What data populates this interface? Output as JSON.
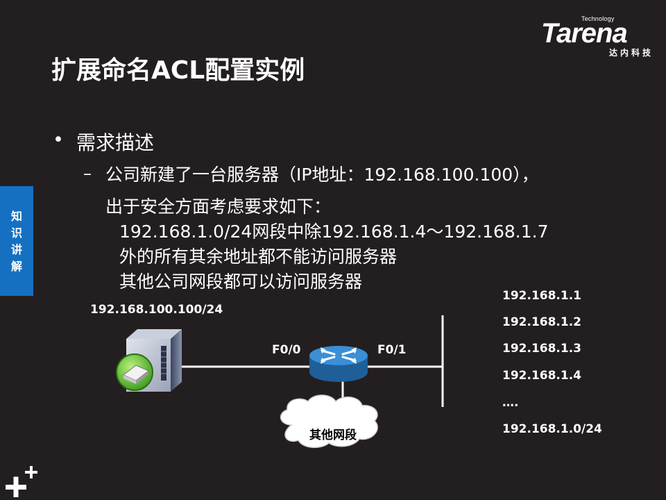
{
  "logo": {
    "tech": "Technology",
    "brand": "Tarena",
    "cn": "达内科技"
  },
  "title": "扩展命名ACL配置实例",
  "side_tab": "知\n识\n讲\n解",
  "bullet": "•",
  "bullet_heading": "需求描述",
  "dash": "–",
  "lines": [
    "公司新建了一台服务器（IP地址：192.168.100.100），",
    "出于安全方面考虑要求如下：",
    "192.168.1.0/24网段中除192.168.1.4～192.168.1.7",
    "外的所有其余地址都不能访问服务器",
    "其他公司网段都可以访问服务器"
  ],
  "diagram": {
    "server_ip": "192.168.100.100/24",
    "f00": "F0/0",
    "f01": "F0/1",
    "cloud_label": "其他网段",
    "hosts": [
      "192.168.1.1",
      "192.168.1.2",
      "192.168.1.3",
      "192.168.1.4",
      "….",
      "192.168.1.0/24"
    ]
  },
  "colors": {
    "background": "#231f20",
    "side_tab": "#1570c2",
    "router": "#2c7fc2"
  }
}
